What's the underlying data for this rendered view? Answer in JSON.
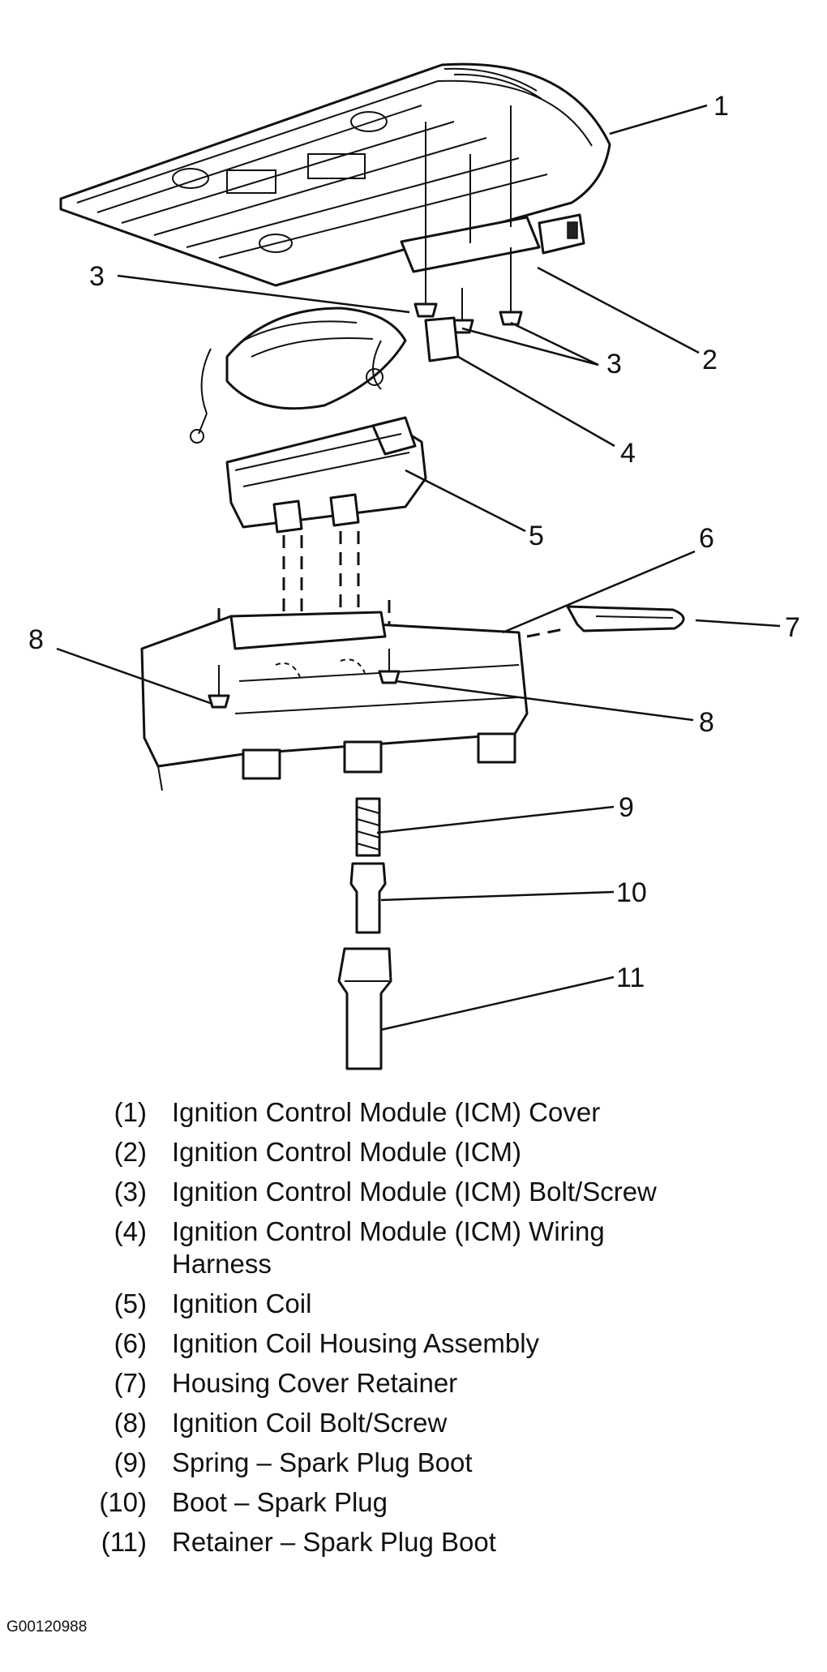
{
  "callouts": [
    "1",
    "2",
    "3",
    "3",
    "4",
    "5",
    "6",
    "7",
    "8",
    "8",
    "9",
    "10",
    "11"
  ],
  "legend": [
    {
      "num": "(1)",
      "text": "Ignition Control Module (ICM) Cover"
    },
    {
      "num": "(2)",
      "text": "Ignition Control Module (ICM)"
    },
    {
      "num": "(3)",
      "text": "Ignition Control Module (ICM) Bolt/Screw"
    },
    {
      "num": "(4)",
      "text": "Ignition Control Module (ICM) Wiring Harness"
    },
    {
      "num": "(5)",
      "text": "Ignition Coil"
    },
    {
      "num": "(6)",
      "text": "Ignition Coil Housing Assembly"
    },
    {
      "num": "(7)",
      "text": "Housing Cover Retainer"
    },
    {
      "num": "(8)",
      "text": "Ignition Coil Bolt/Screw"
    },
    {
      "num": "(9)",
      "text": "Spring – Spark Plug Boot"
    },
    {
      "num": "(10)",
      "text": "Boot – Spark Plug"
    },
    {
      "num": "(11)",
      "text": "Retainer – Spark Plug Boot"
    }
  ],
  "figure_id": "G00120988"
}
